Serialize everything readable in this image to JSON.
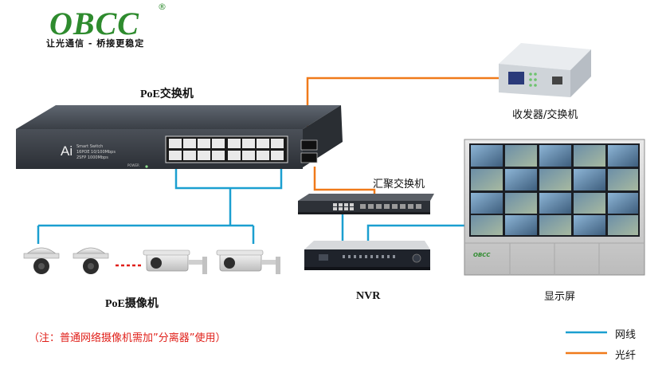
{
  "brand": {
    "logo_text": "OBCC",
    "registered": "®",
    "slogan": "让光通信 - 桥接更稳定"
  },
  "devices": {
    "poe_switch": {
      "label": "PoE交换机",
      "face_letter": "Ai",
      "face_text_1": "Smart Switch",
      "face_text_2": "16POE 10/100Mbps",
      "face_text_3": "2SFP 1000Mbps",
      "power_text": "POWER"
    },
    "transceiver": {
      "label": "收发器/交换机"
    },
    "aggregation_switch": {
      "label": "汇聚交换机"
    },
    "nvr": {
      "label": "NVR"
    },
    "display": {
      "label": "显示屏",
      "brand_mark": "OBCC"
    },
    "poe_cameras": {
      "label": "PoE摄像机"
    }
  },
  "note": "（注：普通网络摄像机需加”分离器”使用）",
  "legend": {
    "network": {
      "label": "网线",
      "color": "#1b9fd0"
    },
    "fiber": {
      "label": "光纤",
      "color": "#f07a1a"
    }
  }
}
